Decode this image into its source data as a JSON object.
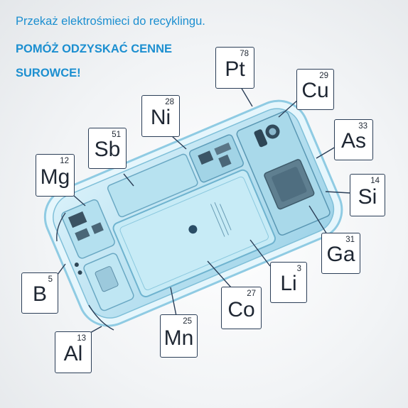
{
  "headline": {
    "line1": "Przekaż elektrośmieci do recyklingu.",
    "line2": "POMÓŻ ODZYSKAĆ CENNE",
    "line3": "SUROWCE!"
  },
  "colors": {
    "accent": "#1c8fd0",
    "tile_border": "#2b3e57",
    "phone_body": "#b9e3f1"
  },
  "elements": [
    {
      "id": "pt",
      "symbol": "Pt",
      "number": "78"
    },
    {
      "id": "cu",
      "symbol": "Cu",
      "number": "29"
    },
    {
      "id": "ni",
      "symbol": "Ni",
      "number": "28"
    },
    {
      "id": "sb",
      "symbol": "Sb",
      "number": "51"
    },
    {
      "id": "as",
      "symbol": "As",
      "number": "33"
    },
    {
      "id": "mg",
      "symbol": "Mg",
      "number": "12"
    },
    {
      "id": "si",
      "symbol": "Si",
      "number": "14"
    },
    {
      "id": "ga",
      "symbol": "Ga",
      "number": "31"
    },
    {
      "id": "li",
      "symbol": "Li",
      "number": "3"
    },
    {
      "id": "b",
      "symbol": "B",
      "number": "5"
    },
    {
      "id": "co",
      "symbol": "Co",
      "number": "27"
    },
    {
      "id": "mn",
      "symbol": "Mn",
      "number": "25"
    },
    {
      "id": "al",
      "symbol": "Al",
      "number": "13"
    }
  ]
}
